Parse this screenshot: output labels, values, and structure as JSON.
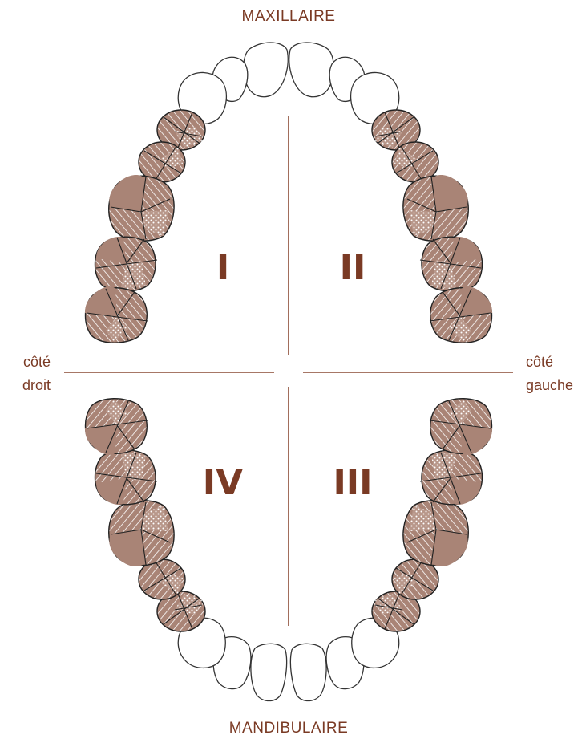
{
  "labels": {
    "top": "MAXILLAIRE",
    "bottom": "MANDIBULAIRE",
    "right_side_line1": "côté",
    "right_side_line2": "droit",
    "left_side_line1": "côté",
    "left_side_line2": "gauche"
  },
  "quadrants": {
    "upper_right": "I",
    "upper_left": "II",
    "lower_left": "III",
    "lower_right": "IV"
  },
  "colors": {
    "text": "#7a3a24",
    "tooth_fill": "#b8978a",
    "tooth_stroke": "#222222",
    "axis": "#8a4a34"
  }
}
